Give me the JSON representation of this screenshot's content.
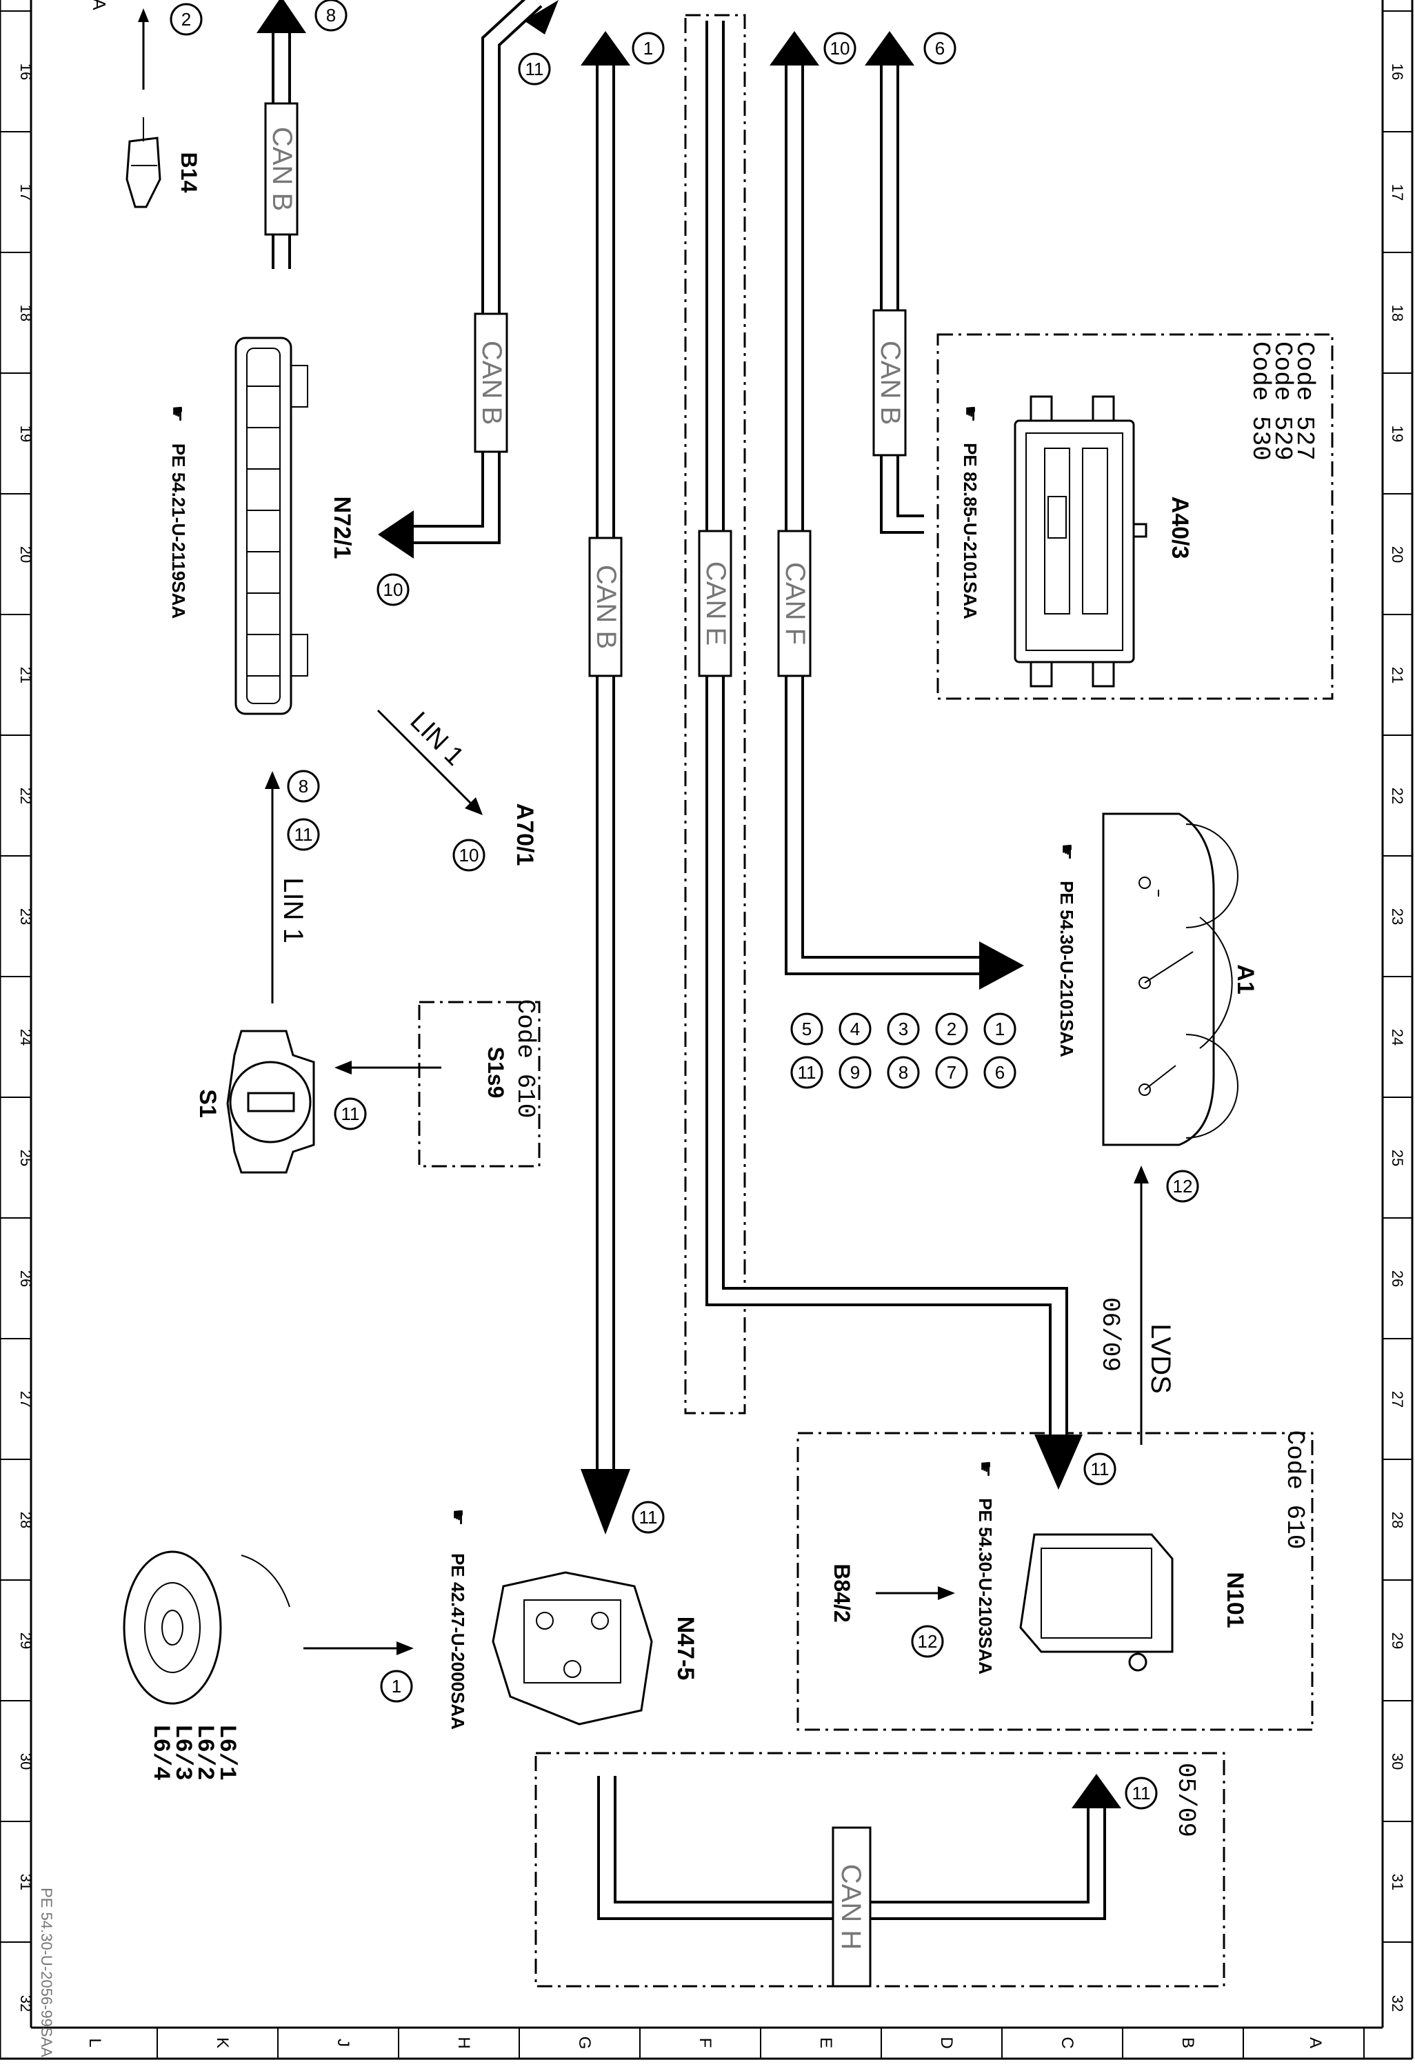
{
  "document_id": "PE 54.30-U-2056-99SAA",
  "ruler": {
    "numbers": [
      "16",
      "17",
      "18",
      "19",
      "20",
      "21",
      "22",
      "23",
      "24",
      "25",
      "26",
      "27",
      "28",
      "29",
      "30",
      "31",
      "32"
    ],
    "letters": [
      "L",
      "K",
      "J",
      "H",
      "G",
      "F",
      "E",
      "D",
      "C",
      "B",
      "A"
    ],
    "corner_letter": "A"
  },
  "bus_labels": {
    "can_b_1": "CAN B",
    "can_b_2": "CAN B",
    "can_b_3": "CAN B",
    "can_b_4": "CAN B",
    "can_e": "CAN E",
    "can_f": "CAN F",
    "can_h": "CAN H",
    "lin_1_a": "LIN 1",
    "lin_1_b": "LIN 1",
    "lvds": "LVDS"
  },
  "components": {
    "b14": "B14",
    "n72_1": "N72/1",
    "n72_1_ref": "PE 54.21-U-2119SAA",
    "a40_3": "A40/3",
    "a40_3_ref": "PE 82.85-U-2101SAA",
    "a40_3_codes": [
      "Code 527",
      "Code 529",
      "Code 530"
    ],
    "a70_1": "A70/1",
    "a1": "A1",
    "a1_ref": "PE 54.30-U-2101SAA",
    "s1": "S1",
    "s1s9": "S1s9",
    "s1s9_code": "Code 610",
    "n101": "N101",
    "n101_ref": "PE 54.30-U-2103SAA",
    "n101_code": "Code 610",
    "b84_2": "B84/2",
    "n47_5": "N47-5",
    "n47_5_ref": "PE 42.47-U-2000SAA",
    "l6": [
      "L6/1",
      "L6/2",
      "L6/3",
      "L6/4"
    ],
    "date_a": "06/09",
    "date_b": "05/09"
  },
  "circles": {
    "c2": "2",
    "c8_top": "8",
    "c11_top": "11",
    "c1_top": "1",
    "c10_top": "10",
    "c6_top": "6",
    "c10_n72": "10",
    "c8_lin": "8",
    "c11_lin": "11",
    "c10_a70": "10",
    "c11_s1": "11",
    "a1_1": "1",
    "a1_2": "2",
    "a1_3": "3",
    "a1_4": "4",
    "a1_5": "5",
    "a1_6": "6",
    "a1_7": "7",
    "a1_8": "8",
    "a1_9": "9",
    "a1_11": "11",
    "c12_lvds": "12",
    "c11_n101": "11",
    "c12_b84": "12",
    "c11_n47": "11",
    "c1_l6": "1",
    "c11_canh": "11"
  }
}
